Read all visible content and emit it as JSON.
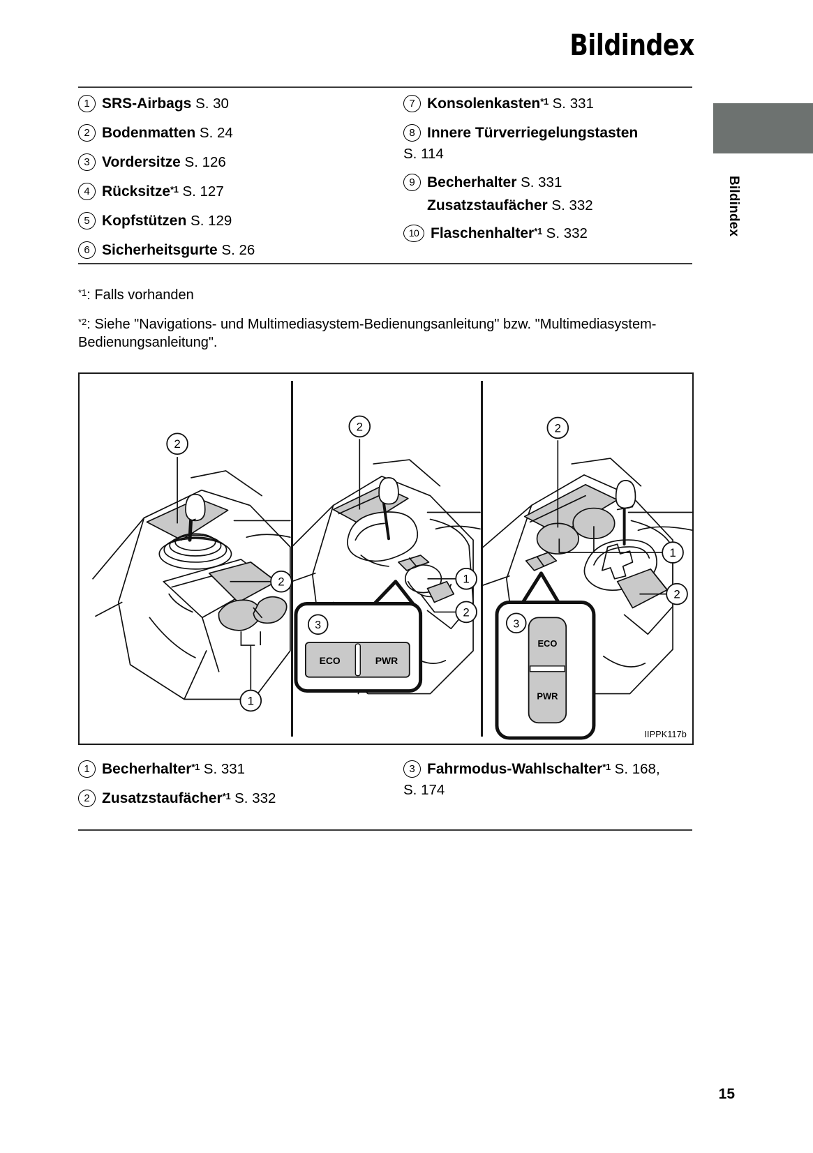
{
  "header": {
    "title": "Bildindex"
  },
  "side_tab": {
    "label": "Bildindex",
    "color": "#6d7270"
  },
  "index": {
    "left": [
      {
        "num": "1",
        "label": "SRS-Airbags",
        "page": "S. 30",
        "star": ""
      },
      {
        "num": "2",
        "label": "Bodenmatten",
        "page": "S. 24",
        "star": ""
      },
      {
        "num": "3",
        "label": "Vordersitze",
        "page": "S. 126",
        "star": ""
      },
      {
        "num": "4",
        "label": "Rücksitze",
        "page": "S. 127",
        "star": "*1"
      },
      {
        "num": "5",
        "label": "Kopfstützen",
        "page": "S. 129",
        "star": ""
      },
      {
        "num": "6",
        "label": "Sicherheitsgurte",
        "page": "S. 26",
        "star": ""
      }
    ],
    "right": [
      {
        "num": "7",
        "label": "Konsolenkasten",
        "page": "S. 331",
        "star": "*1"
      },
      {
        "num": "8",
        "label": "Innere Türverriegelungstasten",
        "page": "S. 114",
        "star": ""
      },
      {
        "num": "9",
        "label": "Becherhalter",
        "page": "S. 331",
        "star": "",
        "label2": "Zusatzstaufächer",
        "page2": "S. 332"
      },
      {
        "num": "10",
        "label": "Flaschenhalter",
        "page": "S. 332",
        "star": "*1"
      }
    ]
  },
  "footnotes": {
    "one_marker": "*1",
    "one_text": ": Falls vorhanden",
    "two_marker": "*2",
    "two_text": ": Siehe \"Navigations- und Multimediasystem-Bedienungsanleitung\" bzw. \"Multimediasystem-Bedienungsanleitung\"."
  },
  "figure": {
    "code": "IIPPK117b",
    "panels": [
      {
        "name": "manual-transmission-console",
        "callouts": [
          "2",
          "2",
          "1"
        ]
      },
      {
        "name": "manual-console-with-drive-mode-switch",
        "callouts": [
          "2",
          "1",
          "2",
          "3"
        ],
        "switch_labels": [
          "ECO",
          "PWR"
        ],
        "switch_orientation": "horizontal"
      },
      {
        "name": "automatic-transmission-console",
        "callouts": [
          "2",
          "1",
          "2",
          "3"
        ],
        "switch_labels": [
          "ECO",
          "PWR"
        ],
        "switch_orientation": "vertical"
      }
    ]
  },
  "captions": {
    "left": [
      {
        "num": "1",
        "label": "Becherhalter",
        "star": "*1",
        "page": "S. 331"
      },
      {
        "num": "2",
        "label": "Zusatzstaufächer",
        "star": "*1",
        "page": "S. 332"
      }
    ],
    "right": [
      {
        "num": "3",
        "label": "Fahrmodus-Wahlschalter",
        "star": "*1",
        "page": "S. 168,",
        "page2": "S. 174"
      }
    ]
  },
  "page_number": "15"
}
